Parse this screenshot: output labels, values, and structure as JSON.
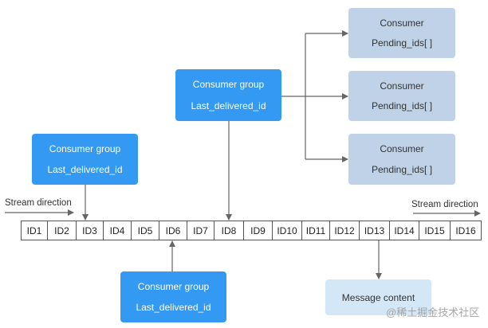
{
  "colors": {
    "consumer_group": "#3399f3",
    "consumer": "#bfd2e8",
    "message": "#d4e7f7",
    "line": "#666666"
  },
  "stream_direction_left": "Stream direction",
  "stream_direction_right": "Stream direction",
  "ids": [
    "ID1",
    "ID2",
    "ID3",
    "ID4",
    "ID5",
    "ID6",
    "ID7",
    "ID8",
    "ID9",
    "ID10",
    "ID11",
    "ID12",
    "ID13",
    "ID14",
    "ID15",
    "ID16"
  ],
  "consumer_groups": [
    {
      "title": "Consumer group",
      "field": "Last_delivered_id",
      "points_to": "ID8"
    },
    {
      "title": "Consumer group",
      "field": "Last_delivered_id",
      "points_to": "ID3"
    },
    {
      "title": "Consumer group",
      "field": "Last_delivered_id",
      "points_to": "ID6"
    }
  ],
  "consumers": [
    {
      "title": "Consumer",
      "field": "Pending_ids[ ]"
    },
    {
      "title": "Consumer",
      "field": "Pending_ids[ ]"
    },
    {
      "title": "Consumer",
      "field": "Pending_ids[ ]"
    }
  ],
  "message": {
    "label": "Message content",
    "from": "ID13"
  },
  "watermark": "@稀土掘金技术社区"
}
